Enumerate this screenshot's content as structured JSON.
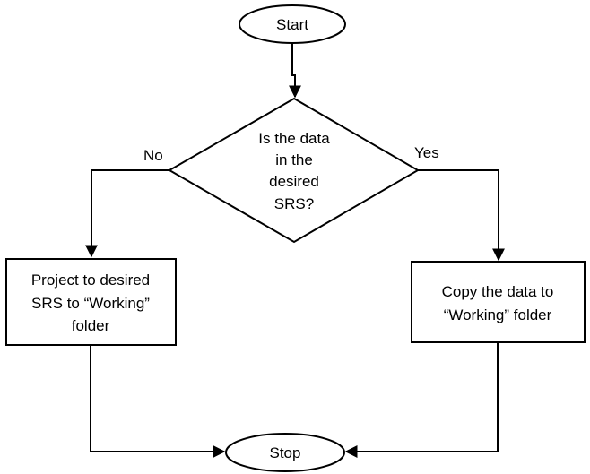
{
  "flowchart": {
    "start": {
      "label": "Start"
    },
    "decision": {
      "lines": [
        "Is the data",
        "in the",
        "desired",
        "SRS?"
      ]
    },
    "branch_no": {
      "label": "No"
    },
    "branch_yes": {
      "label": "Yes"
    },
    "project_box": {
      "lines": [
        "Project to desired",
        "SRS to “Working”",
        "folder"
      ]
    },
    "copy_box": {
      "lines": [
        "Copy the data to",
        "“Working” folder"
      ]
    },
    "stop": {
      "label": "Stop"
    }
  }
}
